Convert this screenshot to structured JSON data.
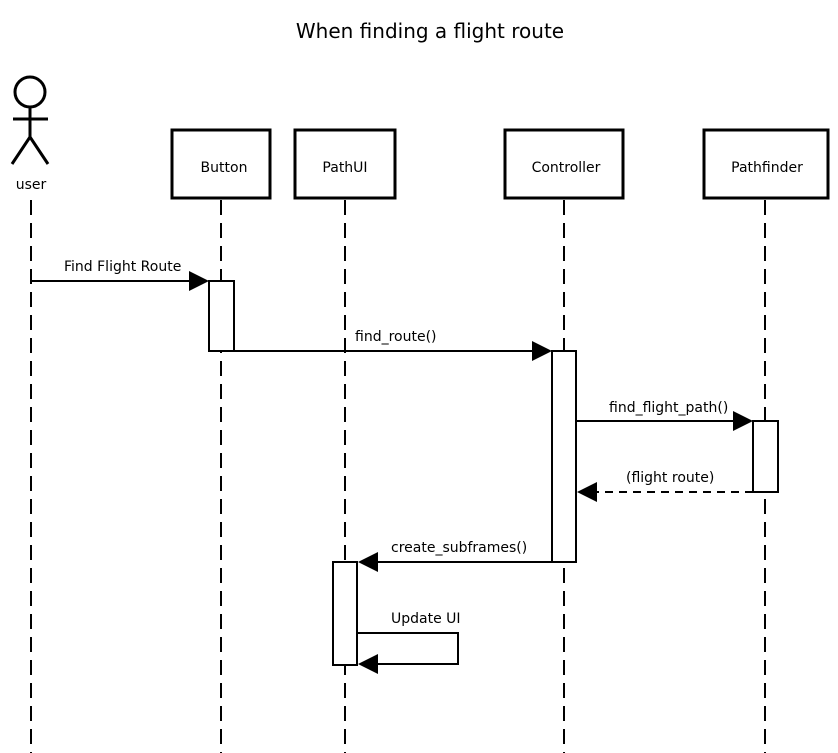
{
  "title": "When finding a flight route",
  "actor": {
    "name": "user"
  },
  "participants": [
    {
      "id": "button",
      "name": "Button"
    },
    {
      "id": "pathui",
      "name": "PathUI"
    },
    {
      "id": "controller",
      "name": "Controller"
    },
    {
      "id": "pathfinder",
      "name": "Pathfinder"
    }
  ],
  "messages": [
    {
      "id": "find-flight-route",
      "label": "Find Flight Route",
      "from": "user",
      "to": "Button",
      "style": "solid"
    },
    {
      "id": "find-route",
      "label": "find_route()",
      "from": "Button",
      "to": "Controller",
      "style": "solid"
    },
    {
      "id": "find-flight-path",
      "label": "find_flight_path()",
      "from": "Controller",
      "to": "Pathfinder",
      "style": "solid"
    },
    {
      "id": "flight-route-return",
      "label": "(flight route)",
      "from": "Pathfinder",
      "to": "Controller",
      "style": "dashed"
    },
    {
      "id": "create-subframes",
      "label": "create_subframes()",
      "from": "Controller",
      "to": "PathUI",
      "style": "solid"
    },
    {
      "id": "update-ui",
      "label": "Update UI",
      "from": "PathUI",
      "to": "PathUI",
      "style": "self"
    }
  ]
}
